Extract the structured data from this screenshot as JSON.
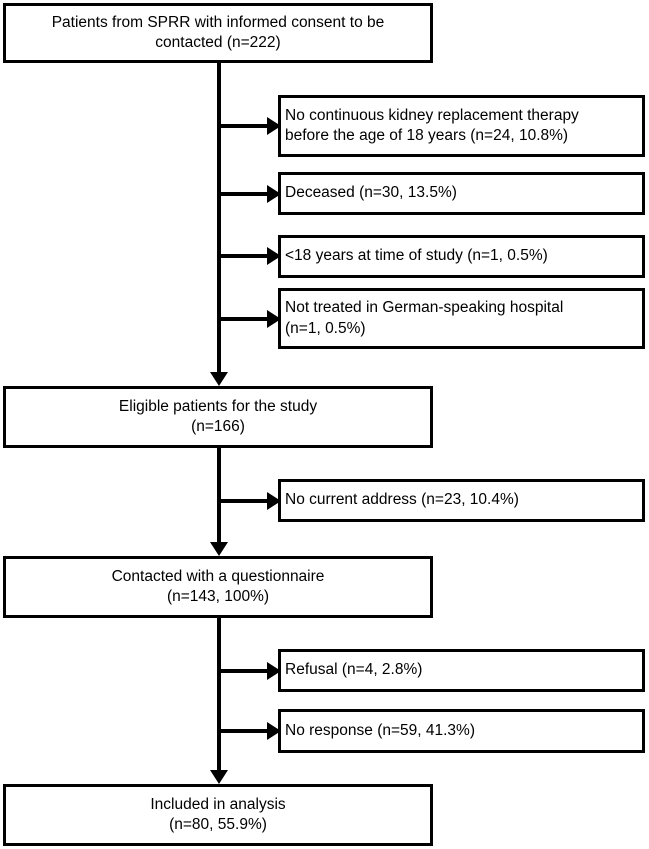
{
  "figure": {
    "type": "flowchart",
    "orientation": "top-to-bottom",
    "description": "Patient selection flow diagram"
  },
  "nodes": {
    "source": {
      "line1": "Patients from SPRR with informed consent to be",
      "line2": "contacted (n=222)"
    },
    "eligible": {
      "line1": "Eligible patients for the study",
      "line2": "(n=166)"
    },
    "contacted": {
      "line1": "Contacted with a questionnaire",
      "line2": "(n=143, 100%)"
    },
    "included": {
      "line1": "Included in analysis",
      "line2": "(n=80, 55.9%)"
    }
  },
  "exclusions": {
    "no_crrt": {
      "line1": "No continuous kidney replacement therapy",
      "line2": "before the age of 18 years (n=24, 10.8%)"
    },
    "deceased": {
      "line1": "Deceased (n=30, 13.5%)",
      "line2": ""
    },
    "under18": {
      "line1": "<18 years at time of study (n=1, 0.5%)",
      "line2": ""
    },
    "not_german": {
      "line1": "Not treated in German-speaking hospital",
      "line2": "(n=1, 0.5%)"
    },
    "no_address": {
      "line1": "No current address (n=23, 10.4%)",
      "line2": ""
    },
    "refusal": {
      "line1": "Refusal (n=4, 2.8%)",
      "line2": ""
    },
    "no_response": {
      "line1": "No response (n=59, 41.3%)",
      "line2": ""
    }
  },
  "colors": {
    "stroke": "#000000",
    "fill": "#ffffff",
    "text": "#000000"
  }
}
